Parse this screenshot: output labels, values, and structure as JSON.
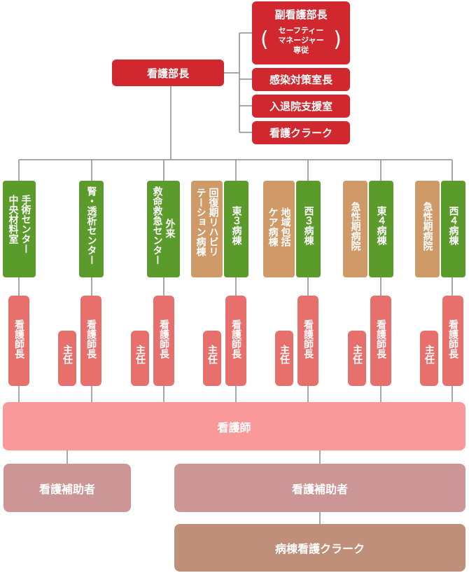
{
  "top": {
    "director": "看護部長",
    "vice_director": "副看護部長",
    "vice_note": [
      "セーフティー",
      "マネージャー",
      "専従"
    ],
    "infection": "感染対策室長",
    "admission": "入退院支援室",
    "clerk": "看護クラーク"
  },
  "units": [
    {
      "name_lines": [
        "手術センター",
        "中央材料室"
      ],
      "head": "看護師長"
    },
    {
      "name_lines": [
        "腎・透析センター"
      ],
      "head": "看護師長",
      "chief": "主任"
    },
    {
      "name_lines": [
        "外来",
        "救命救急センター"
      ],
      "head": "看護師長",
      "chief": "主任"
    },
    {
      "name_lines": [
        "東３病棟"
      ],
      "sub_lines": [
        "回復期リハビリ",
        "テーション病棟"
      ],
      "head": "看護師長",
      "chief": "主任"
    },
    {
      "name_lines": [
        "西３病棟"
      ],
      "sub_lines": [
        "地域包括",
        "ケア病棟"
      ],
      "head": "看護師長",
      "chief": "主任"
    },
    {
      "name_lines": [
        "東４病棟"
      ],
      "sub_lines": [
        "急性期病院"
      ],
      "head": "看護師長",
      "chief": "主任"
    },
    {
      "name_lines": [
        "西４病棟"
      ],
      "sub_lines": [
        "急性期病院"
      ],
      "head": "看護師長",
      "chief": "主任"
    }
  ],
  "nurses": "看護師",
  "aide_left": "看護補助者",
  "aide_right": "看護補助者",
  "ward_clerk": "病棟看護クラーク",
  "colors": {
    "red": "#d0282e",
    "green": "#5b9b2b",
    "tan": "#cf9a68",
    "pink": "#e8706c",
    "nurse_band": "#f99999",
    "aide": "#cc9696",
    "clerk": "#bf8f7a"
  }
}
